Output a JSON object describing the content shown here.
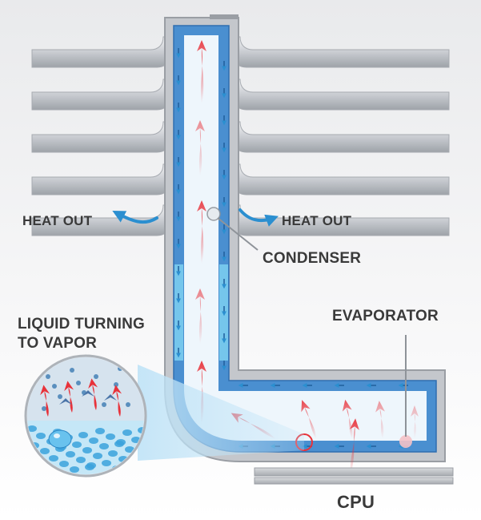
{
  "labels": {
    "heat_out_left": "HEAT OUT",
    "heat_out_right": "HEAT OUT",
    "condenser": "CONDENSER",
    "evaporator": "EVAPORATOR",
    "liquid_line1": "LIQUID TURNING",
    "liquid_line2": "TO VAPOR",
    "cpu": "CPU"
  },
  "colors": {
    "metal": "#b8bcc2",
    "metal_dark": "#8e9399",
    "wick": "#4a8fd0",
    "vapor_channel": "#eef6fc",
    "vapor_arrow": "#e8323a",
    "liquid_arrow": "#2b6fb3",
    "label_text": "#3a3a3a"
  }
}
